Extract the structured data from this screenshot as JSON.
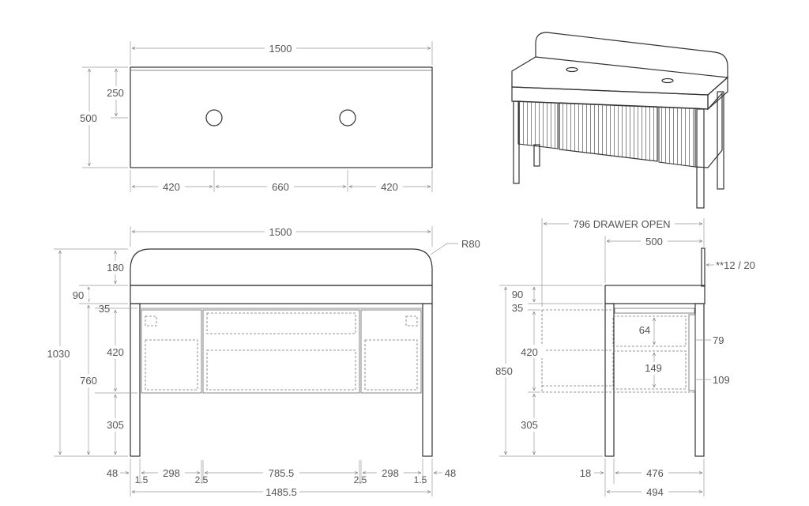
{
  "plan_view": {
    "width": "1500",
    "depth": "500",
    "tap_offset": "250",
    "left": "420",
    "middle": "660",
    "right": "420"
  },
  "front_view": {
    "width": "1500",
    "radius": "R80",
    "overall_height": "1030",
    "upstand": "180",
    "top": "90",
    "rail": "35",
    "drawer_zone": "420",
    "leg_height": "760",
    "leg_clear": "305",
    "leg_left": "48",
    "leg_right": "48",
    "gap_left": "1.5",
    "gap_right": "1.5",
    "door_left": "298",
    "door_right": "298",
    "drawer": "785.5",
    "sep_left": "2.5",
    "sep_right": "2.5",
    "inner_width": "1485.5"
  },
  "side_view": {
    "drawer_open": "796 DRAWER OPEN",
    "depth": "500",
    "upstand_thickness": "**12 / 20",
    "top": "90",
    "rail": "35",
    "drawer_zone": "420",
    "height": "850",
    "leg_clear": "305",
    "upper_drawer": "64",
    "upper_drawer_side": "79",
    "lower_drawer": "149",
    "lower_drawer_side": "109",
    "setback": "18",
    "inner_depth": "476",
    "overall_depth": "494"
  }
}
